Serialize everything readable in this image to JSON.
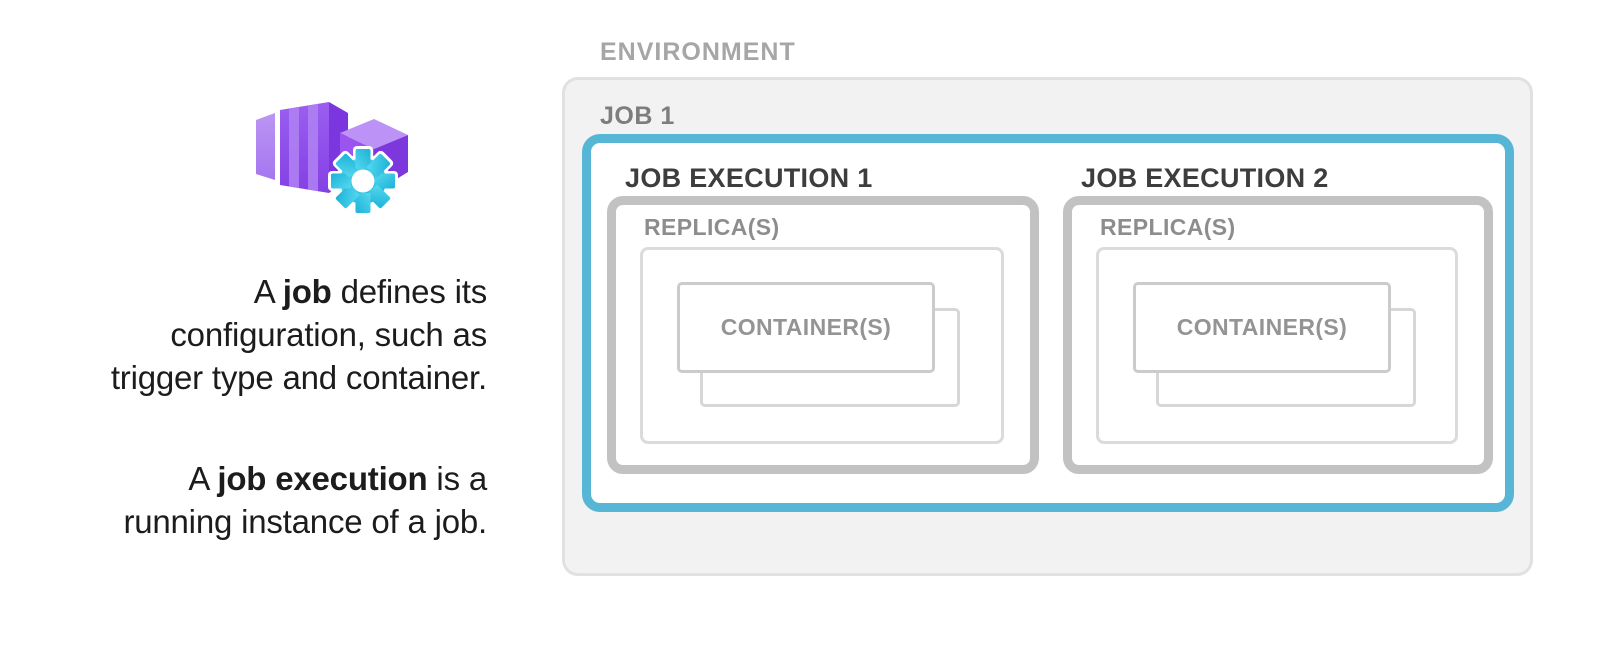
{
  "left_panel": {
    "icon": "container-apps-jobs-icon",
    "paragraphs": [
      {
        "lines": [
          [
            {
              "text": "A ",
              "bold": false
            },
            {
              "text": "job",
              "bold": true
            },
            {
              "text": " defines its",
              "bold": false
            }
          ],
          [
            {
              "text": "configuration, such as",
              "bold": false
            }
          ],
          [
            {
              "text": "trigger type and container.",
              "bold": false
            }
          ]
        ]
      },
      {
        "lines": [
          [
            {
              "text": "A ",
              "bold": false
            },
            {
              "text": "job execution",
              "bold": true
            },
            {
              "text": " is a",
              "bold": false
            }
          ],
          [
            {
              "text": "running instance of a job.",
              "bold": false
            }
          ]
        ]
      }
    ]
  },
  "diagram": {
    "environment_label": "ENVIRONMENT",
    "job_label": "JOB 1",
    "executions": [
      {
        "label": "JOB EXECUTION 1",
        "replica_label": "REPLICA(S)",
        "container_label": "CONTAINER(S)"
      },
      {
        "label": "JOB EXECUTION 2",
        "replica_label": "REPLICA(S)",
        "container_label": "CONTAINER(S)"
      }
    ]
  },
  "colors": {
    "accent_cyan": "#57b6d6",
    "gear_cyan": "#2cc4e4",
    "icon_purple": "#8b46e8",
    "env_fill": "#f2f2f2",
    "env_border": "#e1e1e1",
    "border_gray": "#c2c2c2",
    "border_light": "#dbdbdb",
    "container_border": "#cbcbcb",
    "container_back_border": "#d7d7d7",
    "label_muted": "#a6a6a6",
    "label_gray": "#7d7d7d",
    "label_dark": "#3d3d3d",
    "replica_label": "#8d8d8d",
    "container_label": "#949494",
    "text_color": "#1c1c1c"
  }
}
